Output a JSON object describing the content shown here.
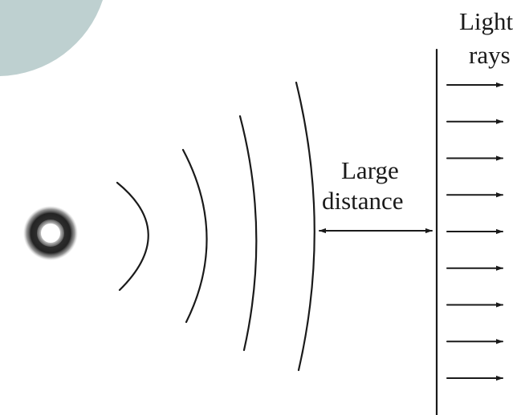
{
  "diagram": {
    "light_label_line1": "Light",
    "light_label_line2": "rays",
    "distance_label_line1": "Large",
    "distance_label_line2": "distance",
    "wavefront_count": 4,
    "ray_count": 9,
    "colors": {
      "ink": "#1a1a1a",
      "corner_shape": "#bed0d0",
      "background": "#ffffff"
    }
  }
}
